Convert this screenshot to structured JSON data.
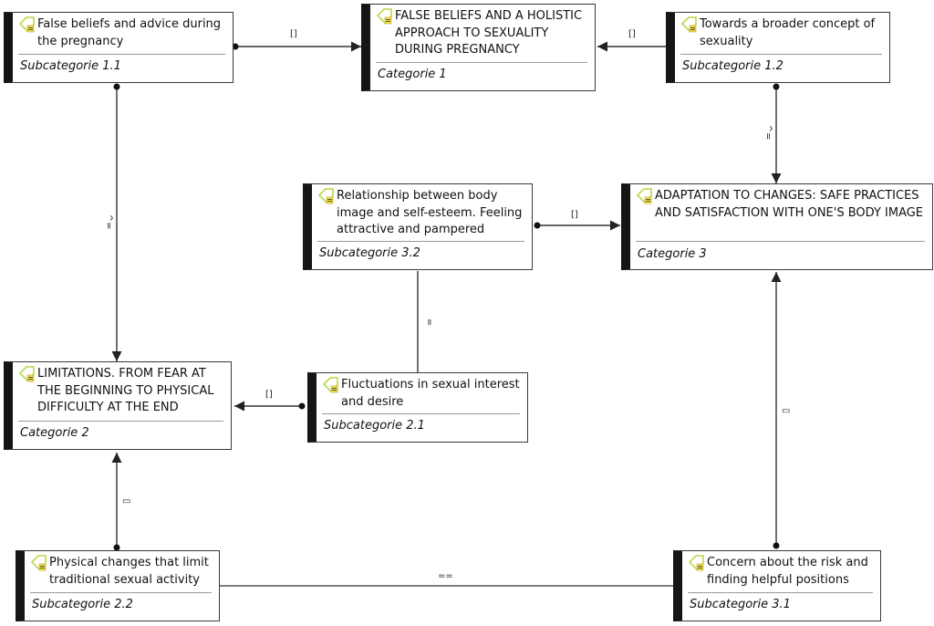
{
  "nodes": {
    "sub_1_1": {
      "title": "False beliefs and advice during the pregnancy",
      "subtitle": "Subcategorie 1.1"
    },
    "cat_1": {
      "title": "FALSE BELIEFS AND A HOLISTIC APPROACH TO SEXUALITY DURING PREGNANCY",
      "subtitle": "Categorie 1"
    },
    "sub_1_2": {
      "title": "Towards a broader concept of sexuality",
      "subtitle": "Subcategorie 1.2"
    },
    "sub_3_2": {
      "title": "Relationship between body image and self-esteem. Feeling attractive and pampered",
      "subtitle": "Subcategorie 3.2"
    },
    "cat_3": {
      "title": "ADAPTATION TO CHANGES: SAFE PRACTICES AND SATISFACTION WITH ONE'S BODY IMAGE",
      "subtitle": "Categorie 3"
    },
    "cat_2": {
      "title": "LIMITATIONS. FROM FEAR AT THE BEGINNING TO PHYSICAL DIFFICULTY AT THE END",
      "subtitle": "Categorie 2"
    },
    "sub_2_1": {
      "title": "Fluctuations in sexual interest and desire",
      "subtitle": "Subcategorie 2.1"
    },
    "sub_2_2": {
      "title": "Physical changes that limit traditional sexual activity",
      "subtitle": "Subcategorie 2.2"
    },
    "sub_3_1": {
      "title": "Concern about the risk and finding helpful positions",
      "subtitle": "Subcategorie 3.1"
    }
  },
  "edge_labels": {
    "sub11_cat1": "[]",
    "sub12_cat1": "[]",
    "sub11_cat2": "^=",
    "sub12_cat3": "^=",
    "sub32_cat3": "[]",
    "sub32_sub21": "=",
    "sub21_cat2": "[]",
    "sub22_cat2": "▭",
    "sub31_cat3": "▭",
    "sub22_sub31": "=="
  },
  "colors": {
    "icon_green": "#b9d94a",
    "icon_yellow": "#f3e04a",
    "node_bar": "#151515",
    "line": "#333333"
  }
}
